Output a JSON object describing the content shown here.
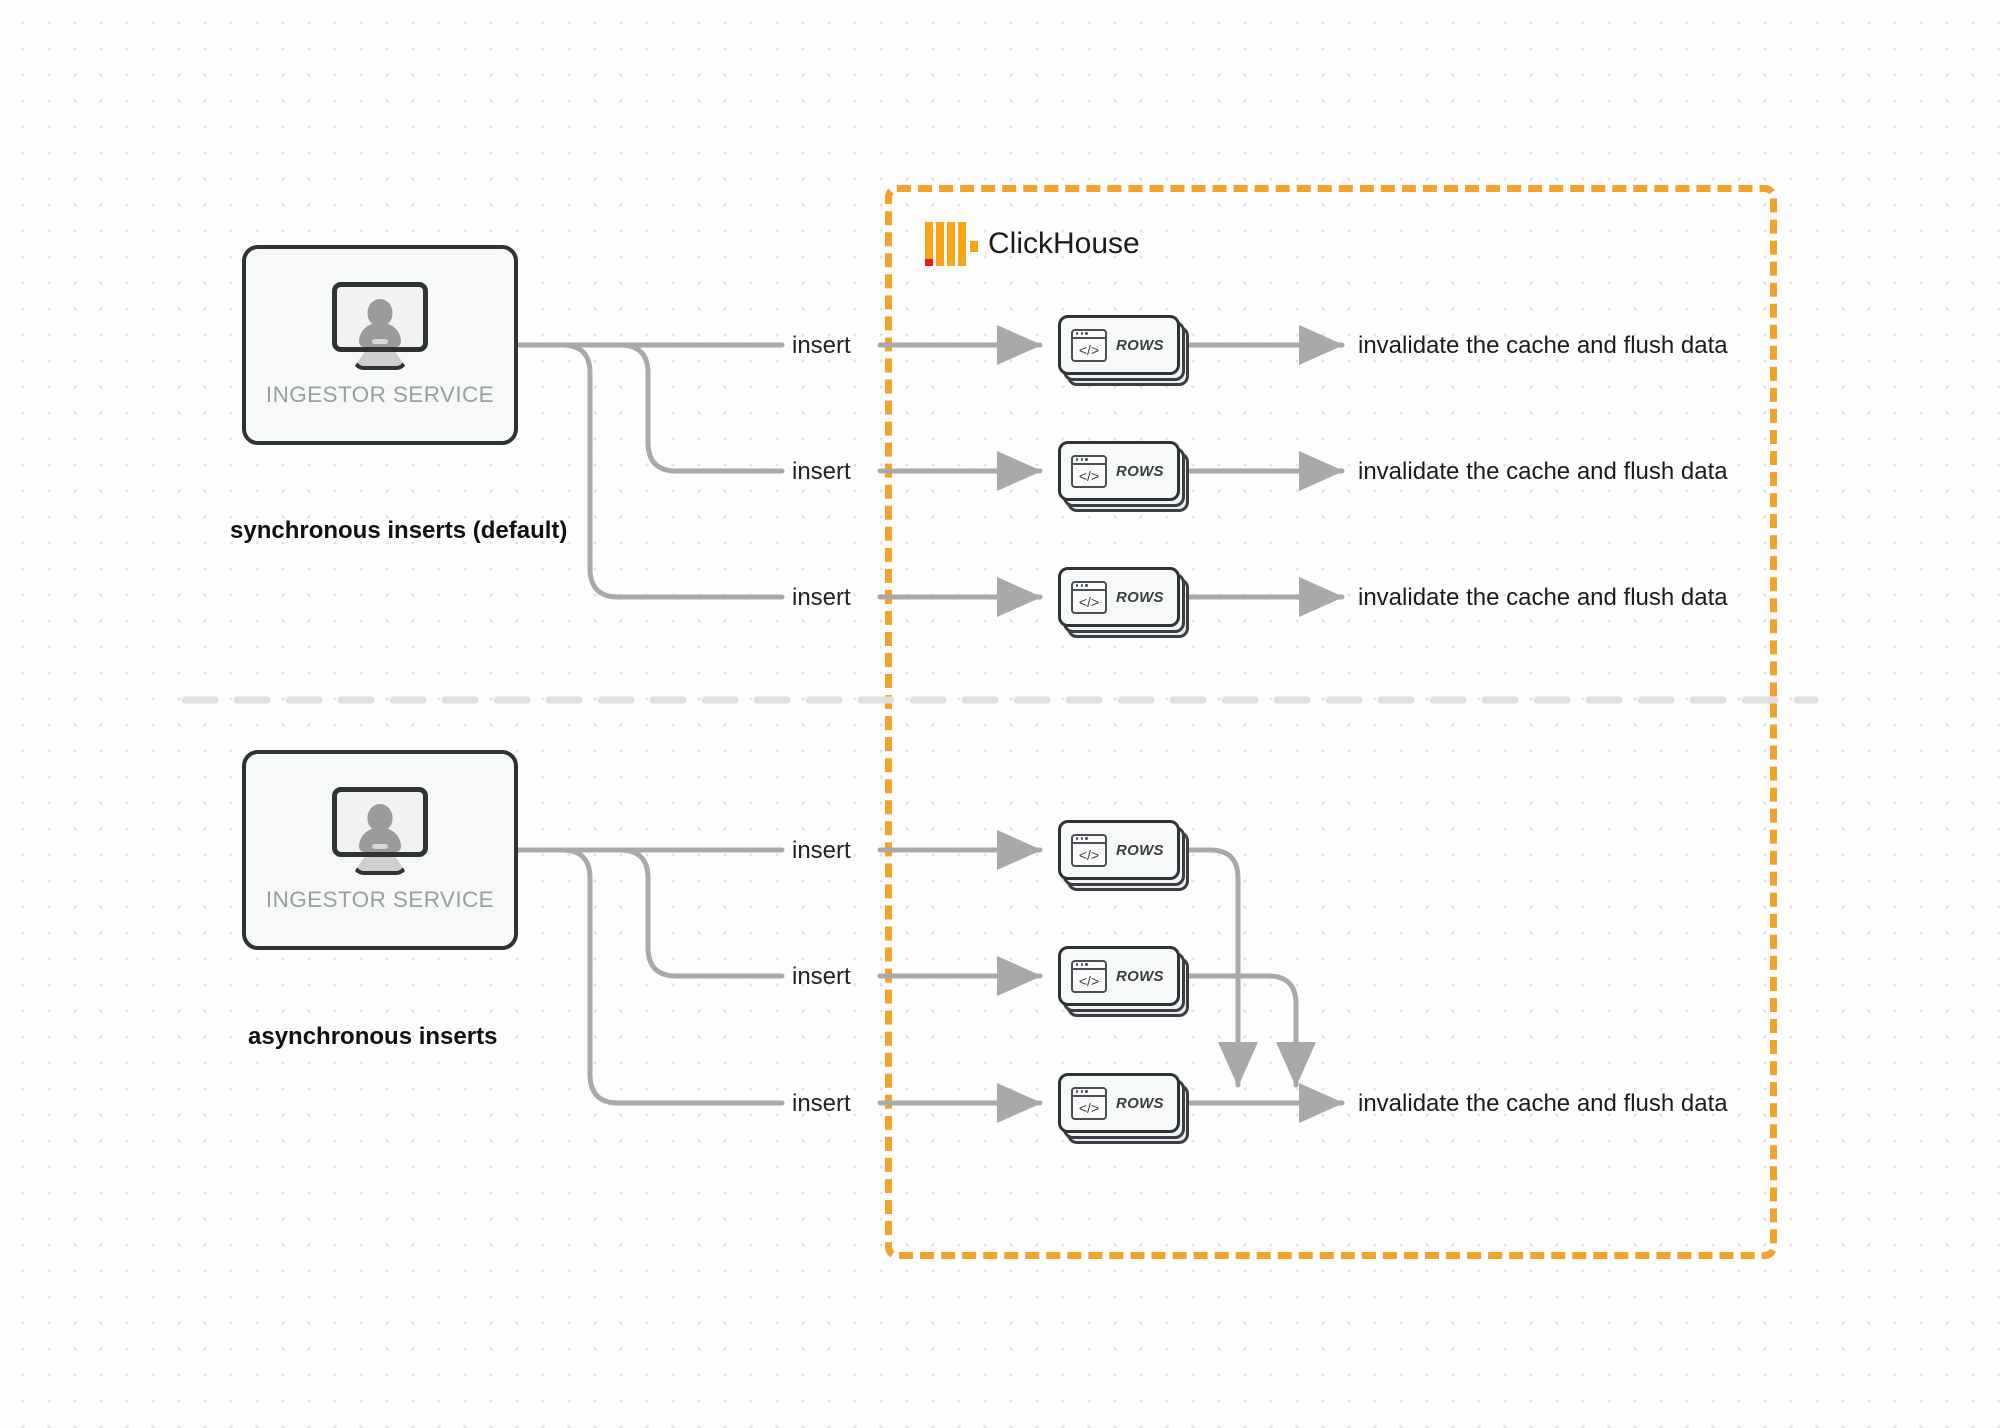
{
  "diagram": {
    "title": "ClickHouse synchronous vs asynchronous inserts",
    "colors": {
      "accent_orange": "#f5a22a",
      "logo_orange": "#faa418",
      "logo_red": "#ec1b23",
      "connector_gray": "#a9a9a9",
      "box_border": "#2e3338",
      "canvas_background": "#fdfdfd"
    },
    "region": {
      "name": "ClickHouse",
      "logo_icon": "clickhouse-logo-icon",
      "border_style": "dashed"
    },
    "divider": {
      "style": "dashed",
      "orientation": "horizontal"
    },
    "sections": [
      {
        "id": "synchronous",
        "mode_label": "synchronous inserts (default)",
        "service": {
          "label": "INGESTOR SERVICE",
          "icon": "monitor-user-icon"
        },
        "rows": [
          {
            "insert_label": "insert",
            "card_label": "ROWS",
            "card_icon": "code-window-icon",
            "result_label": "invalidate the cache and flush data"
          },
          {
            "insert_label": "insert",
            "card_label": "ROWS",
            "card_icon": "code-window-icon",
            "result_label": "invalidate the cache and flush data"
          },
          {
            "insert_label": "insert",
            "card_label": "ROWS",
            "card_icon": "code-window-icon",
            "result_label": "invalidate the cache and flush data"
          }
        ]
      },
      {
        "id": "asynchronous",
        "mode_label": "asynchronous inserts",
        "service": {
          "label": "INGESTOR SERVICE",
          "icon": "monitor-user-icon"
        },
        "rows": [
          {
            "insert_label": "insert",
            "card_label": "ROWS",
            "card_icon": "code-window-icon"
          },
          {
            "insert_label": "insert",
            "card_label": "ROWS",
            "card_icon": "code-window-icon"
          },
          {
            "insert_label": "insert",
            "card_label": "ROWS",
            "card_icon": "code-window-icon"
          }
        ],
        "merged_result_label": "invalidate the cache and flush data"
      }
    ]
  }
}
